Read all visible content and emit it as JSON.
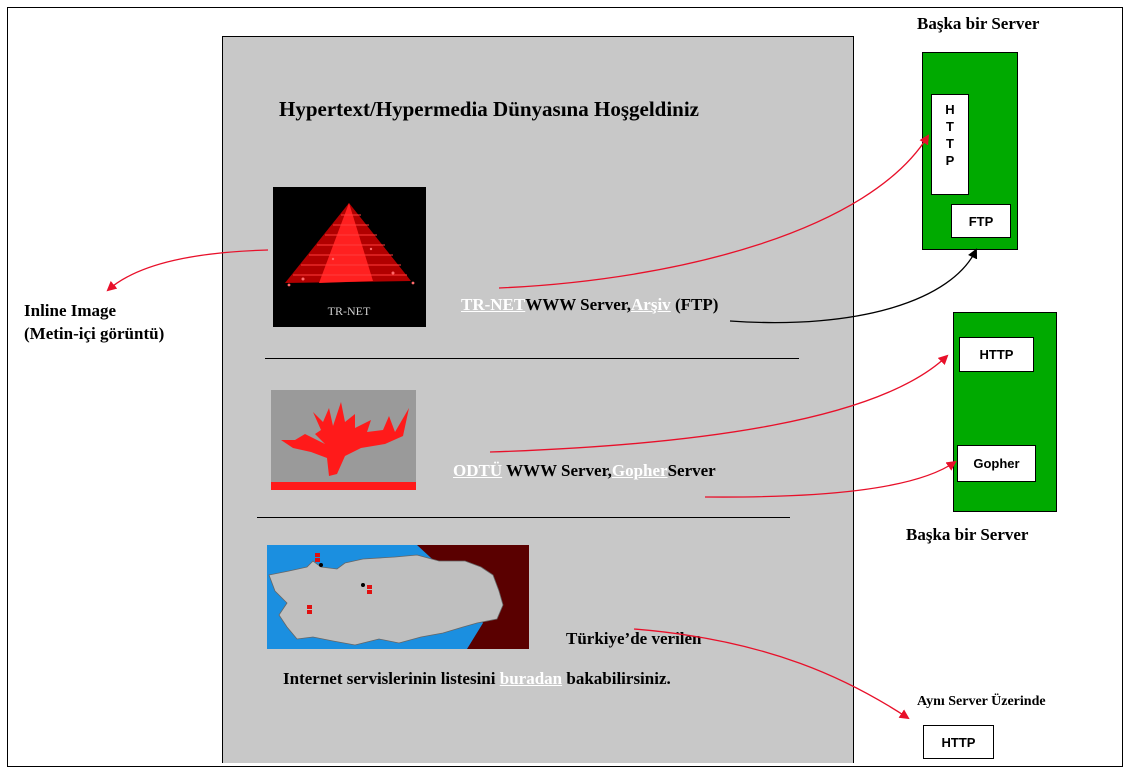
{
  "page": {
    "title": "Hypertext/Hypermedia Dünyasına Hoşgeldiniz",
    "row1": {
      "image_caption": "TR-NET",
      "link1": "TR-NET",
      "text1": "WWW Server,",
      "link2": "Arşiv",
      "text2": " (FTP)"
    },
    "row2": {
      "link1": "ODTÜ",
      "text1": " WWW Server,",
      "link2": "Gopher",
      "text2": "Server"
    },
    "row3": {
      "line1": "Türkiye’de verilen",
      "text_before": "Internet servislerinin listesini ",
      "link": "buradan",
      "text_after": " bakabilirsiniz."
    }
  },
  "labels": {
    "inline_image_line1": "Inline Image",
    "inline_image_line2": "(Metin-içi görüntü)",
    "server_top_title": "Başka bir Server",
    "server_bottom_title": "Başka bir Server",
    "same_server_title": "Aynı Server Üzerinde"
  },
  "server_top": {
    "http_letters": [
      "H",
      "T",
      "T",
      "P"
    ],
    "ftp": "FTP"
  },
  "server_bottom": {
    "http": "HTTP",
    "gopher": "Gopher"
  },
  "same_server": {
    "http": "HTTP"
  },
  "colors": {
    "page_bg": "#c8c8c8",
    "server_green": "#00aa00",
    "arrow_red": "#e8102a",
    "link": "#ffffff"
  }
}
